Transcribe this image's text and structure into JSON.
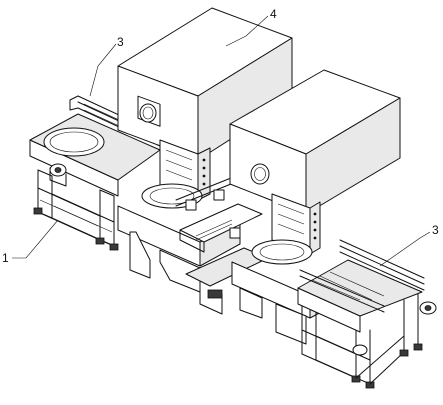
{
  "figure": {
    "callouts": [
      {
        "id": "c1",
        "label": "1"
      },
      {
        "id": "c3a",
        "label": "3"
      },
      {
        "id": "c3b",
        "label": "3"
      },
      {
        "id": "c4",
        "label": "4"
      }
    ]
  }
}
